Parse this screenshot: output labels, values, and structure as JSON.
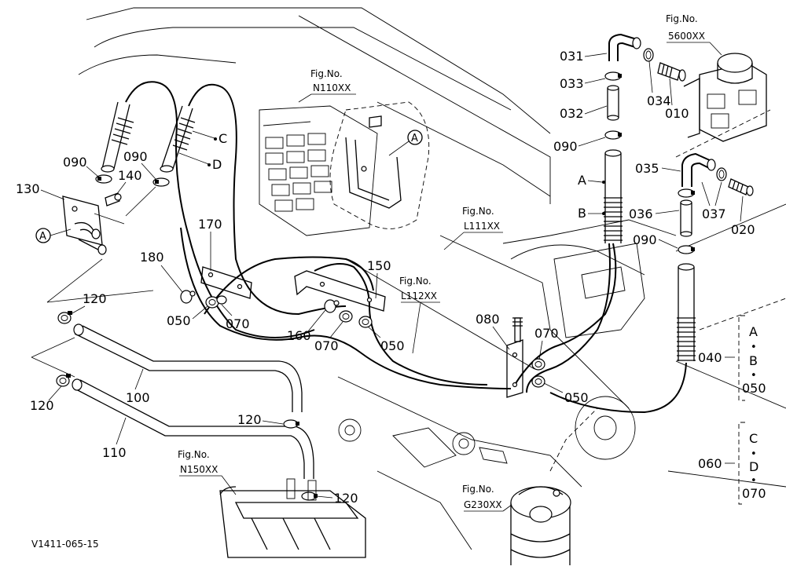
{
  "figure_refs": {
    "n110": {
      "top": "Fig.No.",
      "code": "N110XX"
    },
    "f5600": {
      "top": "Fig.No.",
      "code": "5600XX"
    },
    "l111": {
      "top": "Fig.No.",
      "code": "L111XX"
    },
    "l112": {
      "top": "Fig.No.",
      "code": "L112XX"
    },
    "n150": {
      "top": "Fig.No.",
      "code": "N150XX"
    },
    "g230": {
      "top": "Fig.No.",
      "code": "G230XX"
    }
  },
  "part_labels": {
    "p031": "031",
    "p033": "033",
    "p032": "032",
    "p034": "034",
    "p010": "010",
    "p090a": "090",
    "p090b": "090",
    "p090c": "090",
    "p090d": "090",
    "p035": "035",
    "p036": "036",
    "p037": "037",
    "p020": "020",
    "p130": "130",
    "p140": "140",
    "p170": "170",
    "p180": "180",
    "p150": "150",
    "p160": "160",
    "p080": "080",
    "p050a": "050",
    "p050b": "050",
    "p050c": "050",
    "p070a": "070",
    "p070b": "070",
    "p070c": "070",
    "p120a": "120",
    "p120b": "120",
    "p120c": "120",
    "p120d": "120",
    "p100": "100",
    "p110": "110",
    "p040": "040",
    "p060": "060"
  },
  "letter_labels": {
    "c_left": "C",
    "d_left": "D",
    "a_right": "A",
    "b_right": "B",
    "circle_a_left": "A",
    "circle_a_top": "A"
  },
  "groups": {
    "g040": {
      "line1": "A",
      "dot1": "•",
      "line2": "B",
      "dot2": "•",
      "line3": "050"
    },
    "g060": {
      "line1": "C",
      "dot1": "•",
      "line2": "D",
      "dot2": "•",
      "line3": "070"
    }
  },
  "footer": {
    "drawing_id": "V1411-065-15"
  }
}
